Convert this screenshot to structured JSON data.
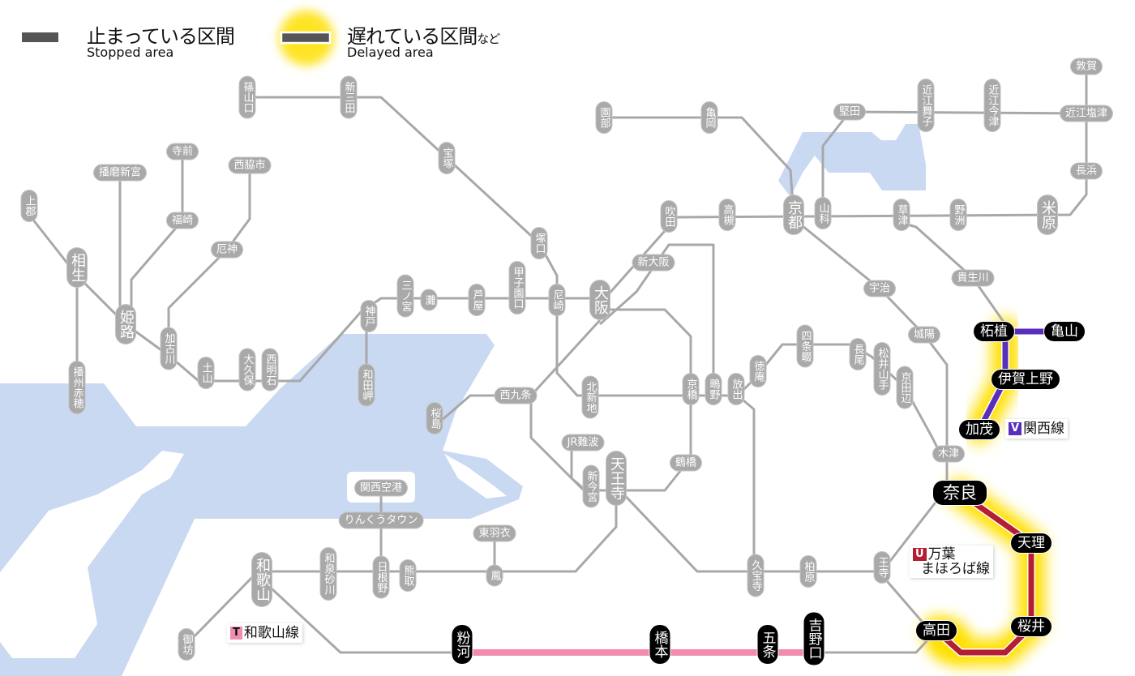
{
  "legend": {
    "stopped": {
      "title": "止まっている区間",
      "subtitle": "Stopped area",
      "color": "#555555"
    },
    "delayed": {
      "title": "遅れている区間",
      "title_suffix": "など",
      "subtitle": "Delayed area",
      "glow_color": "#ffe000"
    }
  },
  "lines": [
    {
      "code": "T",
      "name": "和歌山線",
      "color": "#f08cb0",
      "status": "delayed"
    },
    {
      "code": "V",
      "name": "関西線",
      "color": "#5a2ebc",
      "status": "delayed"
    },
    {
      "code": "U",
      "name": "万葉\nまほろば線",
      "name_line1": "万葉",
      "name_line2": "まほろば線",
      "color": "#b41e32",
      "status": "delayed"
    }
  ],
  "colors": {
    "normal_line": "#a8a8a8",
    "water": "#c9d9f2",
    "station_normal": "#a9a9a9",
    "station_delayed": "#000000"
  },
  "stations": [
    {
      "name": "篠山口",
      "status": "normal"
    },
    {
      "name": "新三田",
      "status": "normal"
    },
    {
      "name": "宝塚",
      "status": "normal"
    },
    {
      "name": "塚口",
      "status": "normal"
    },
    {
      "name": "尼崎",
      "status": "normal"
    },
    {
      "name": "甲子園口",
      "status": "normal"
    },
    {
      "name": "芦屋",
      "status": "normal"
    },
    {
      "name": "灘",
      "status": "normal"
    },
    {
      "name": "三ノ宮",
      "status": "normal"
    },
    {
      "name": "神戸",
      "status": "normal"
    },
    {
      "name": "和田岬",
      "status": "normal"
    },
    {
      "name": "西明石",
      "status": "normal"
    },
    {
      "name": "大久保",
      "status": "normal"
    },
    {
      "name": "土山",
      "status": "normal"
    },
    {
      "name": "加古川",
      "status": "normal"
    },
    {
      "name": "厄神",
      "status": "normal"
    },
    {
      "name": "西脇市",
      "status": "normal"
    },
    {
      "name": "福崎",
      "status": "normal"
    },
    {
      "name": "寺前",
      "status": "normal"
    },
    {
      "name": "播磨新宮",
      "status": "normal"
    },
    {
      "name": "姫路",
      "status": "normal"
    },
    {
      "name": "上郡",
      "status": "normal"
    },
    {
      "name": "相生",
      "status": "normal"
    },
    {
      "name": "播州赤穂",
      "status": "normal"
    },
    {
      "name": "大阪",
      "status": "normal"
    },
    {
      "name": "新大阪",
      "status": "normal"
    },
    {
      "name": "吹田",
      "status": "normal"
    },
    {
      "name": "高槻",
      "status": "normal"
    },
    {
      "name": "京都",
      "status": "normal"
    },
    {
      "name": "山科",
      "status": "normal"
    },
    {
      "name": "園部",
      "status": "normal"
    },
    {
      "name": "亀岡",
      "status": "normal"
    },
    {
      "name": "堅田",
      "status": "normal"
    },
    {
      "name": "近江舞子",
      "status": "normal"
    },
    {
      "name": "近江今津",
      "status": "normal"
    },
    {
      "name": "敦賀",
      "status": "normal"
    },
    {
      "name": "近江塩津",
      "status": "normal"
    },
    {
      "name": "長浜",
      "status": "normal"
    },
    {
      "name": "米原",
      "status": "normal"
    },
    {
      "name": "野洲",
      "status": "normal"
    },
    {
      "name": "草津",
      "status": "normal"
    },
    {
      "name": "貴生川",
      "status": "normal"
    },
    {
      "name": "宇治",
      "status": "normal"
    },
    {
      "name": "城陽",
      "status": "normal"
    },
    {
      "name": "柘植",
      "status": "delayed"
    },
    {
      "name": "亀山",
      "status": "delayed"
    },
    {
      "name": "伊賀上野",
      "status": "delayed"
    },
    {
      "name": "加茂",
      "status": "delayed"
    },
    {
      "name": "木津",
      "status": "normal"
    },
    {
      "name": "奈良",
      "status": "delayed"
    },
    {
      "name": "天理",
      "status": "delayed"
    },
    {
      "name": "桜井",
      "status": "delayed"
    },
    {
      "name": "高田",
      "status": "delayed"
    },
    {
      "name": "王寺",
      "status": "normal"
    },
    {
      "name": "柏原",
      "status": "normal"
    },
    {
      "name": "久宝寺",
      "status": "normal"
    },
    {
      "name": "天王寺",
      "status": "normal"
    },
    {
      "name": "新今宮",
      "status": "normal"
    },
    {
      "name": "JR難波",
      "status": "normal"
    },
    {
      "name": "鶴橋",
      "status": "normal"
    },
    {
      "name": "京橋",
      "status": "normal"
    },
    {
      "name": "鴫野",
      "status": "normal"
    },
    {
      "name": "放出",
      "status": "normal"
    },
    {
      "name": "徳庵",
      "status": "normal"
    },
    {
      "name": "四条畷",
      "status": "normal"
    },
    {
      "name": "長尾",
      "status": "normal"
    },
    {
      "name": "松井山手",
      "status": "normal"
    },
    {
      "name": "京田辺",
      "status": "normal"
    },
    {
      "name": "北新地",
      "status": "normal"
    },
    {
      "name": "西九条",
      "status": "normal"
    },
    {
      "name": "桜島",
      "status": "normal"
    },
    {
      "name": "関西空港",
      "status": "normal"
    },
    {
      "name": "りんくうタウン",
      "status": "normal"
    },
    {
      "name": "東羽衣",
      "status": "normal"
    },
    {
      "name": "鳳",
      "status": "normal"
    },
    {
      "name": "熊取",
      "status": "normal"
    },
    {
      "name": "日根野",
      "status": "normal"
    },
    {
      "name": "和泉砂川",
      "status": "normal"
    },
    {
      "name": "和歌山",
      "status": "normal"
    },
    {
      "name": "御坊",
      "status": "normal"
    },
    {
      "name": "粉河",
      "status": "delayed"
    },
    {
      "name": "橋本",
      "status": "delayed"
    },
    {
      "name": "五条",
      "status": "delayed"
    },
    {
      "name": "吉野口",
      "status": "delayed"
    }
  ]
}
